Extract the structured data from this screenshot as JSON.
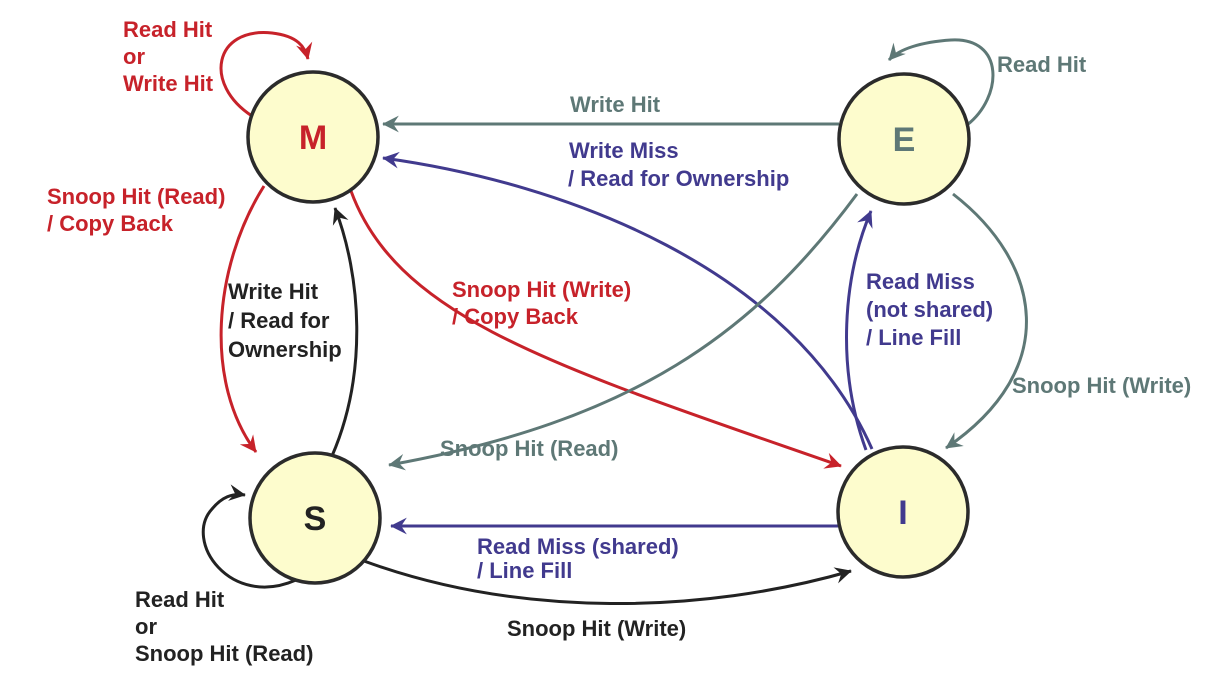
{
  "diagram": {
    "kind": "state-diagram",
    "colors": {
      "state_fill": "#FDFCCD",
      "state_border": "#2B2B2B",
      "modified_red": "#C7222A",
      "exclusive_slate": "#5E7876",
      "shared_black": "#222222",
      "invalid_navy": "#413A8E"
    },
    "states": {
      "M": {
        "label": "M"
      },
      "E": {
        "label": "E"
      },
      "S": {
        "label": "S"
      },
      "I": {
        "label": "I"
      }
    },
    "transitions": {
      "m_self": {
        "from": "M",
        "to": "M",
        "lines": [
          "Read Hit",
          "or",
          "Write Hit"
        ]
      },
      "e_self": {
        "from": "E",
        "to": "E",
        "lines": [
          "Read Hit"
        ]
      },
      "e_to_m": {
        "from": "E",
        "to": "M",
        "lines": [
          "Write Hit"
        ]
      },
      "i_to_m": {
        "from": "I",
        "to": "M",
        "lines": [
          "Write Miss",
          "/ Read for Ownership"
        ]
      },
      "m_to_s": {
        "from": "M",
        "to": "S",
        "lines": [
          "Snoop Hit (Read)",
          "/ Copy Back"
        ]
      },
      "s_to_m": {
        "from": "S",
        "to": "M",
        "lines": [
          "Write Hit",
          "/ Read for",
          "Ownership"
        ]
      },
      "m_to_i": {
        "from": "M",
        "to": "I",
        "lines": [
          "Snoop Hit (Write)",
          "/ Copy Back"
        ]
      },
      "e_to_s": {
        "from": "E",
        "to": "S",
        "lines": [
          "Snoop Hit (Read)"
        ]
      },
      "i_to_e": {
        "from": "I",
        "to": "E",
        "lines": [
          "Read Miss",
          "(not shared)",
          "/ Line Fill"
        ]
      },
      "e_to_i": {
        "from": "E",
        "to": "I",
        "lines": [
          "Snoop Hit (Write)"
        ]
      },
      "s_self": {
        "from": "S",
        "to": "S",
        "lines": [
          "Read Hit",
          "or",
          "Snoop Hit (Read)"
        ]
      },
      "i_to_s": {
        "from": "I",
        "to": "S",
        "lines": [
          "Read Miss (shared)",
          "/ Line Fill"
        ]
      },
      "s_to_i": {
        "from": "S",
        "to": "I",
        "lines": [
          "Snoop Hit (Write)"
        ]
      }
    }
  }
}
